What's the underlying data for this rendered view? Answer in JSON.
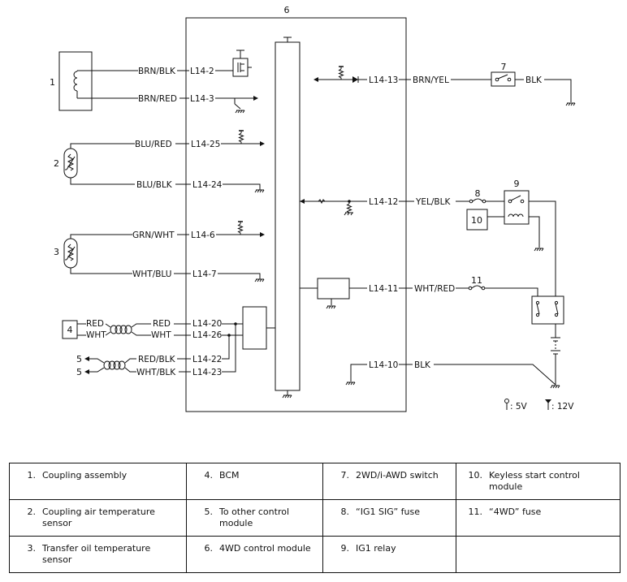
{
  "components": {
    "c1": "1",
    "c2": "2",
    "c3": "3",
    "c4": "4",
    "c5a": "5",
    "c5b": "5",
    "c6": "6",
    "c7": "7",
    "c8": "8",
    "c9": "9",
    "c10": "10",
    "c11": "11"
  },
  "wires": {
    "brn_blk": "BRN/BLK",
    "brn_red": "BRN/RED",
    "blu_red": "BLU/RED",
    "blu_blk": "BLU/BLK",
    "grn_wht": "GRN/WHT",
    "wht_blu": "WHT/BLU",
    "red_a": "RED",
    "wht_a": "WHT",
    "red_b": "RED",
    "wht_b": "WHT",
    "red_blk": "RED/BLK",
    "wht_blk": "WHT/BLK",
    "brn_yel": "BRN/YEL",
    "blk_a": "BLK",
    "yel_blk": "YEL/BLK",
    "wht_red": "WHT/RED",
    "blk_b": "BLK"
  },
  "terminals": {
    "l14_2": "L14-2",
    "l14_3": "L14-3",
    "l14_25": "L14-25",
    "l14_24": "L14-24",
    "l14_6": "L14-6",
    "l14_7": "L14-7",
    "l14_20": "L14-20",
    "l14_26": "L14-26",
    "l14_22": "L14-22",
    "l14_23": "L14-23",
    "l14_13": "L14-13",
    "l14_12": "L14-12",
    "l14_11": "L14-11",
    "l14_10": "L14-10"
  },
  "voltage_legend": {
    "v5": ": 5V",
    "v12": ": 12V"
  },
  "legend": [
    [
      {
        "num": "1.",
        "text": "Coupling assembly"
      },
      {
        "num": "4.",
        "text": "BCM"
      },
      {
        "num": "7.",
        "text": "2WD/i-AWD switch"
      },
      {
        "num": "10.",
        "text": "Keyless start control module"
      }
    ],
    [
      {
        "num": "2.",
        "text": "Coupling air temperature sensor"
      },
      {
        "num": "5.",
        "text": "To other control module"
      },
      {
        "num": "8.",
        "text": "“IG1 SIG” fuse"
      },
      {
        "num": "11.",
        "text": "“4WD” fuse"
      }
    ],
    [
      {
        "num": "3.",
        "text": "Transfer oil temperature sensor"
      },
      {
        "num": "6.",
        "text": "4WD control module"
      },
      {
        "num": "9.",
        "text": "IG1 relay"
      },
      {
        "num": "",
        "text": ""
      }
    ]
  ]
}
